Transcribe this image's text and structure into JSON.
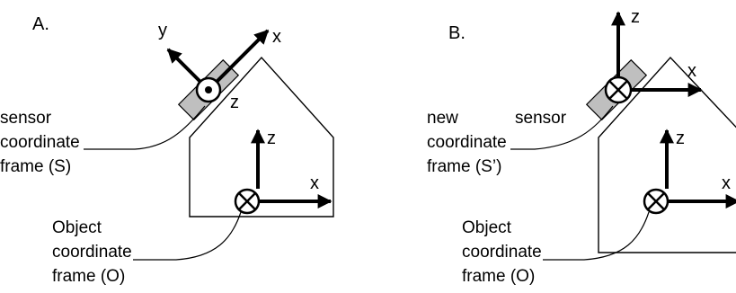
{
  "colors": {
    "background": "#ffffff",
    "stroke": "#000000",
    "sensor_fill": "#bfbfbf"
  },
  "panel_a": {
    "label": "A.",
    "sensor_axes": {
      "y": "y",
      "x": "x",
      "z": "z"
    },
    "object_axes": {
      "z": "z",
      "x": "x"
    },
    "sensor_caption": [
      "sensor",
      "coordinate",
      "frame (S)"
    ],
    "object_caption": [
      "Object",
      "coordinate",
      "frame (O)"
    ]
  },
  "panel_b": {
    "label": "B.",
    "sensor_axes": {
      "z": "z",
      "x": "x"
    },
    "object_axes": {
      "z": "z",
      "x": "x"
    },
    "sensor_caption_line1_left": "new",
    "sensor_caption_line1_right": "sensor",
    "sensor_caption": [
      "coordinate",
      "frame (S’)"
    ],
    "object_caption": [
      "Object",
      "coordinate",
      "frame (O)"
    ]
  }
}
